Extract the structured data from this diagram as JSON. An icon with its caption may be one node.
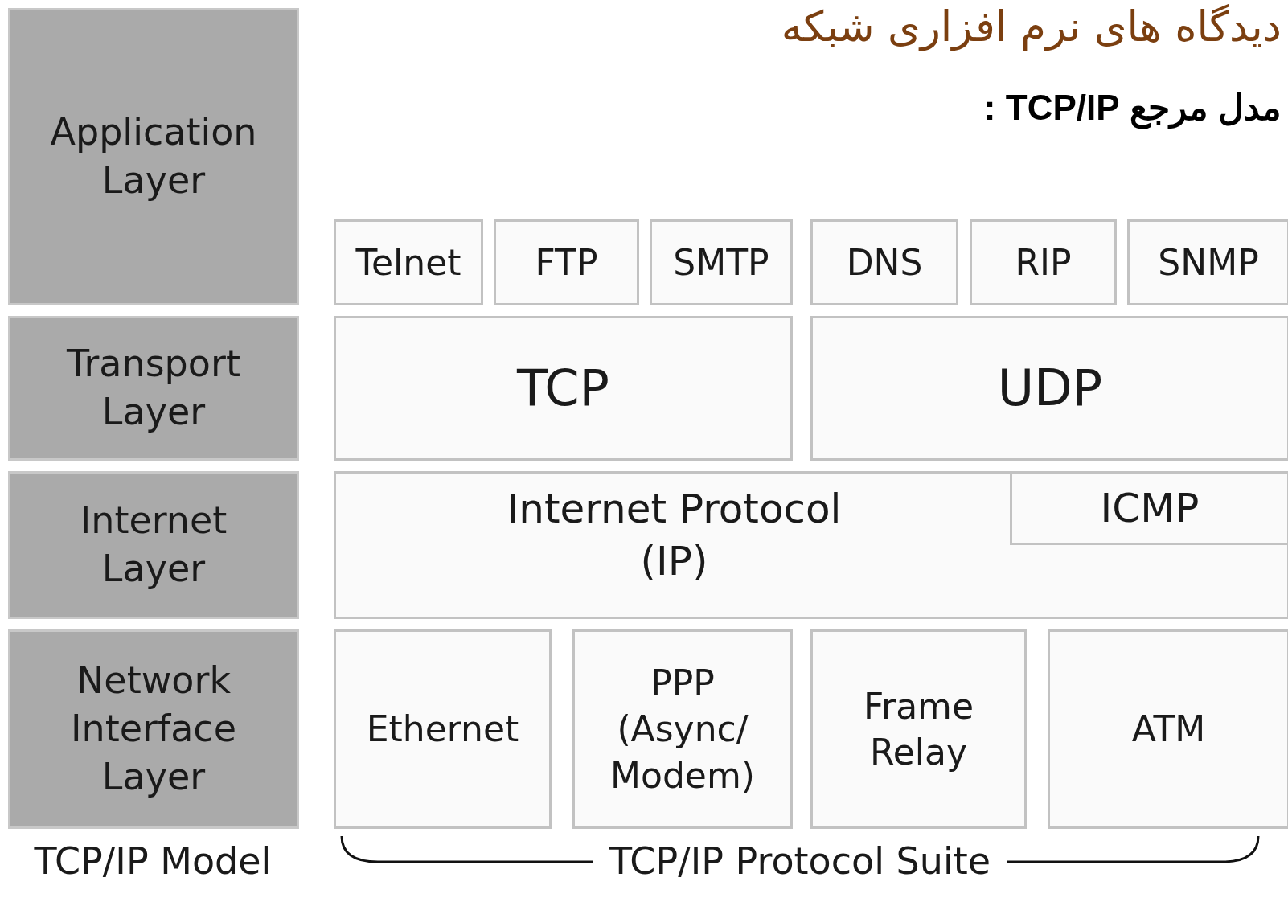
{
  "diagram": {
    "title": "دیدگاه های نرم افزاری شبکه",
    "nodes": [
      {
        "text": [
          "Application Layer"
        ]
      },
      {
        "text": [
          "Transport Layer"
        ]
      },
      {
        "text": [
          "Internet Layer"
        ]
      },
      {
        "text": [
          "Network Interface Layer"
        ]
      },
      {
        "text": [
          "Telnet"
        ]
      },
      {
        "text": [
          "FTP"
        ]
      },
      {
        "text": [
          "SMTP"
        ]
      },
      {
        "text": [
          "DNS"
        ]
      },
      {
        "text": [
          "RIP"
        ]
      },
      {
        "text": [
          "SNMP"
        ]
      },
      {
        "text": [
          "TCP"
        ]
      },
      {
        "text": [
          "UDP"
        ]
      },
      {
        "text": [
          "Internet Protocol (IP)"
        ]
      },
      {
        "text": [
          "ICMP"
        ],
        "in": 12
      },
      {
        "text": [
          "Ethernet"
        ]
      },
      {
        "text": [
          "PPP (Async/ Modem)"
        ]
      },
      {
        "text": [
          "Frame Relay"
        ]
      },
      {
        "text": [
          "ATM"
        ]
      }
    ],
    "labels": [
      "مدل مرجع TCP/IP :",
      "TCP/IP Model",
      "TCP/IP Protocol Suite"
    ]
  }
}
